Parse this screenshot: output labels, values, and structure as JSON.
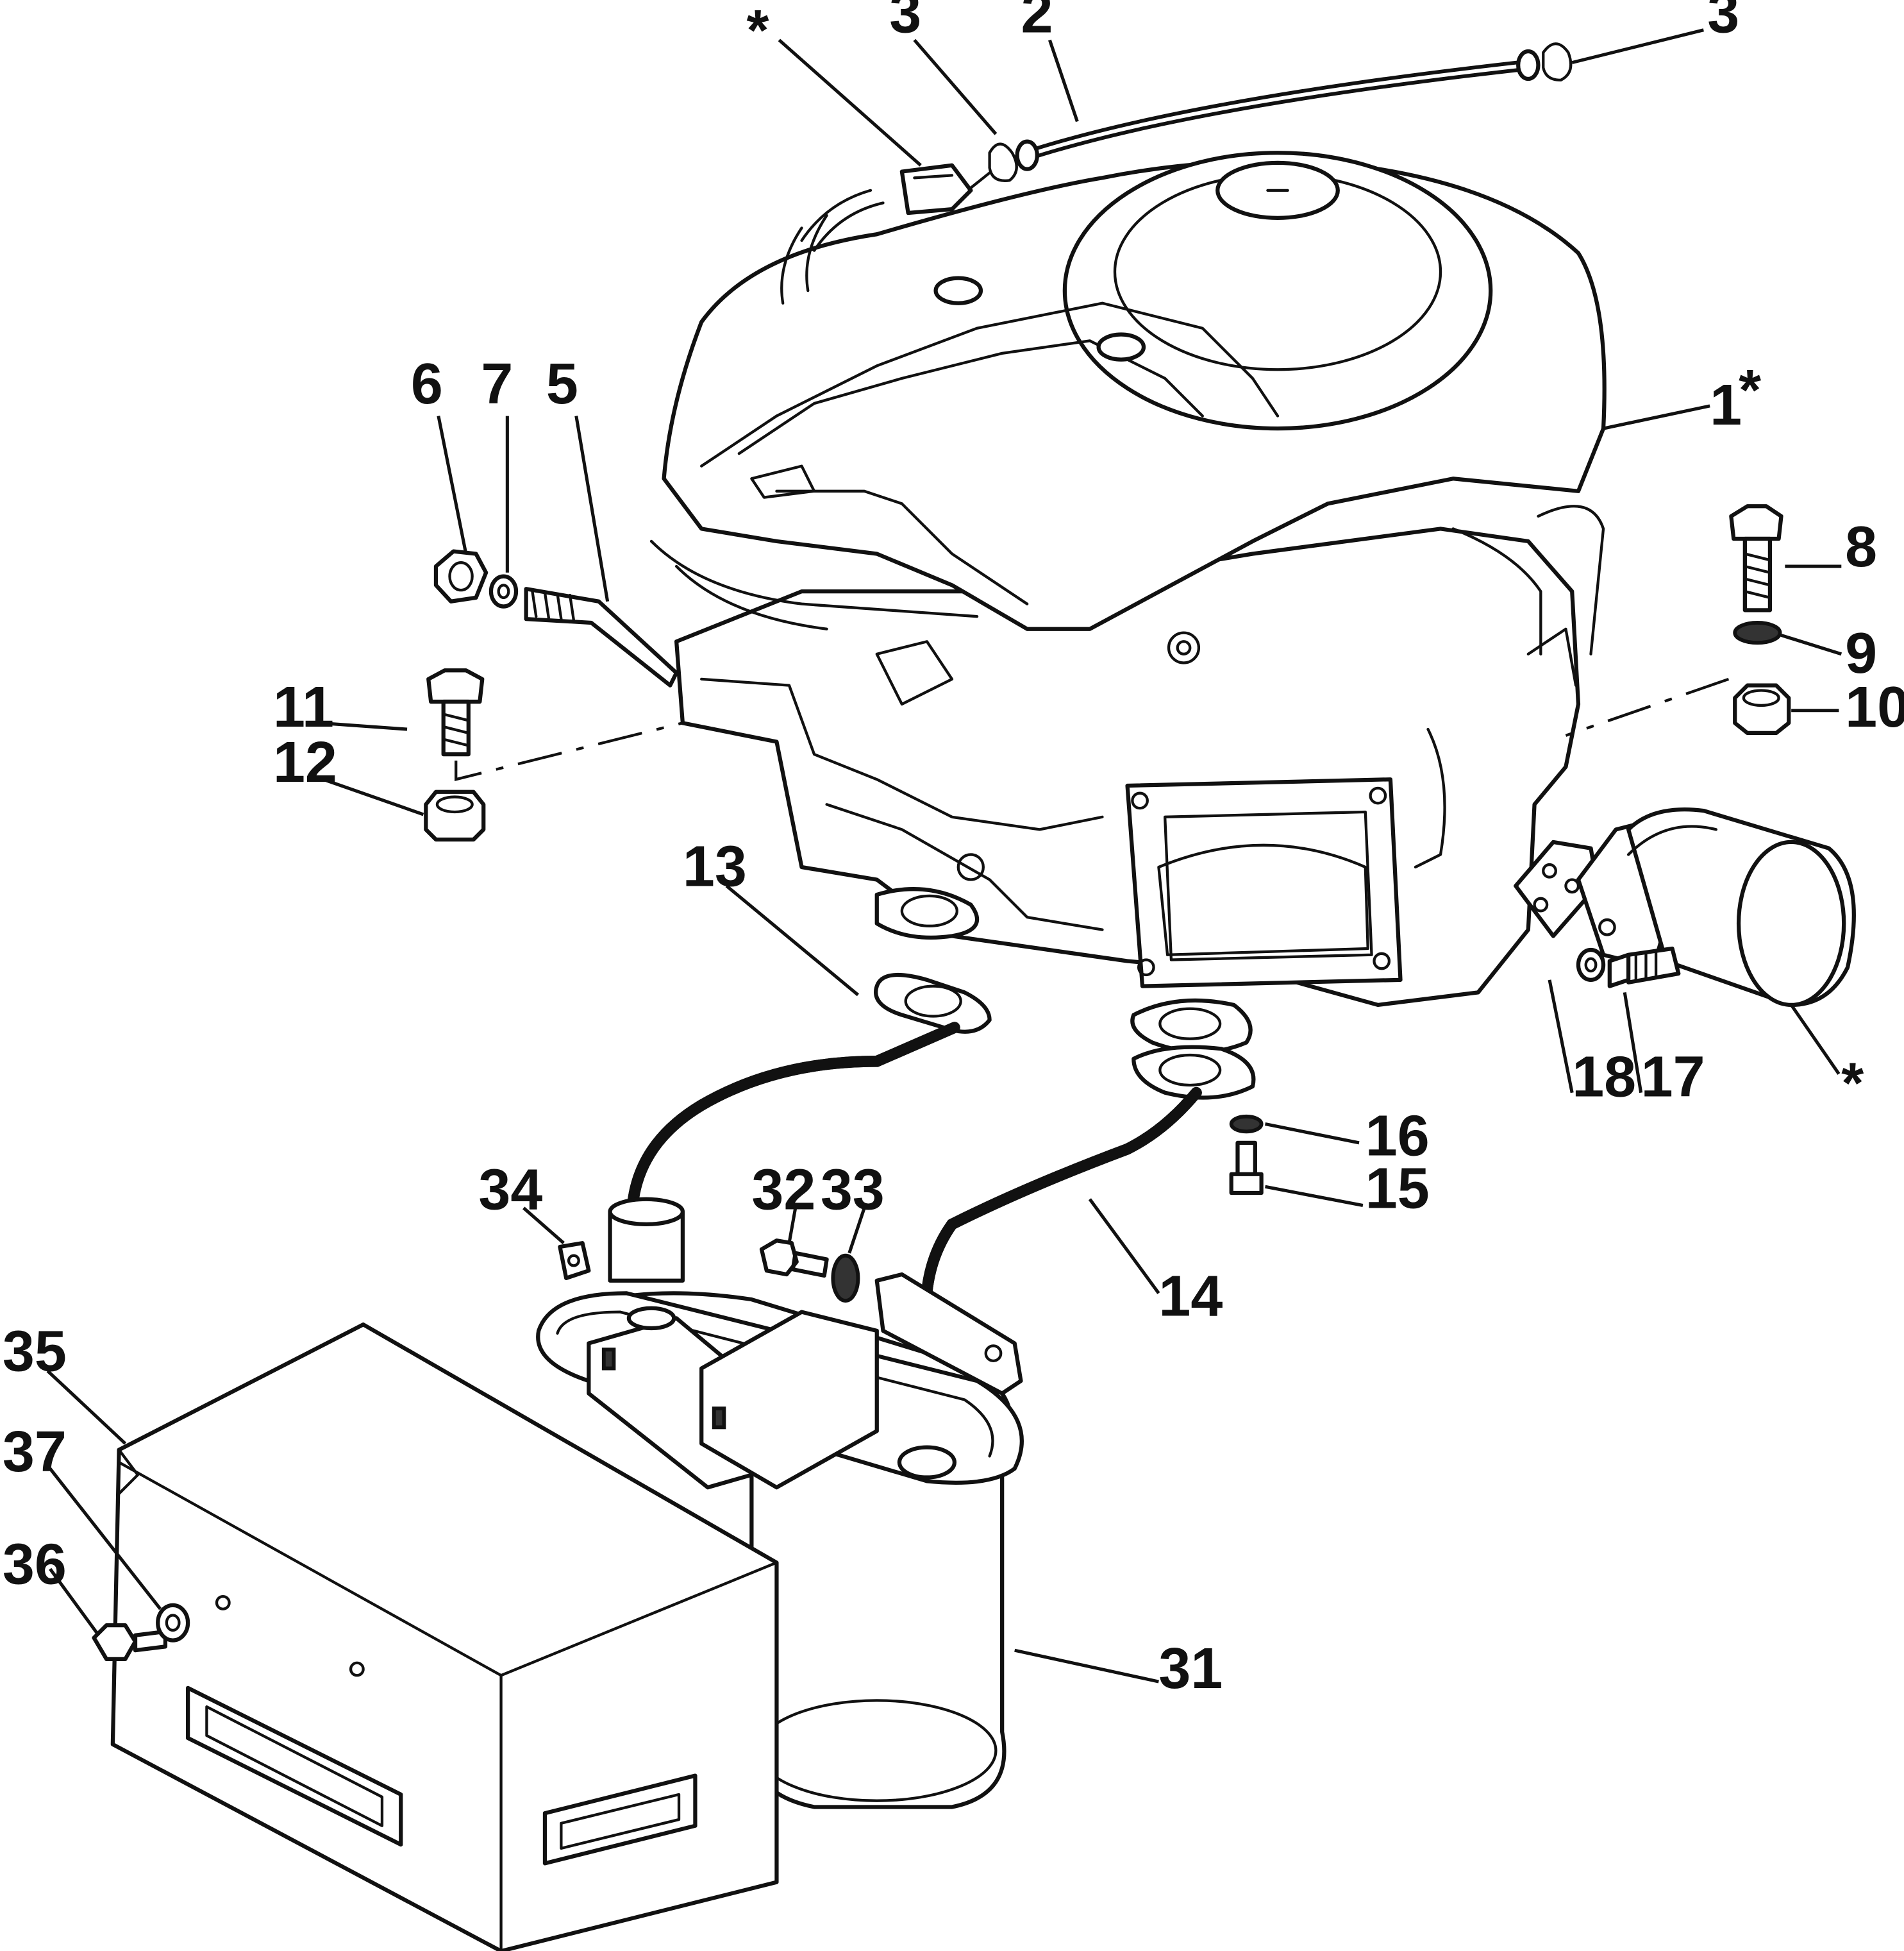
{
  "callouts": [
    {
      "id": "c-star-top",
      "text": "*"
    },
    {
      "id": "c-3a",
      "text": "3"
    },
    {
      "id": "c-2",
      "text": "2"
    },
    {
      "id": "c-3b",
      "text": "3"
    },
    {
      "id": "c-1",
      "text": "1"
    },
    {
      "id": "c-1-star",
      "text": "*"
    },
    {
      "id": "c-6",
      "text": "6"
    },
    {
      "id": "c-7",
      "text": "7"
    },
    {
      "id": "c-5",
      "text": "5"
    },
    {
      "id": "c-8",
      "text": "8"
    },
    {
      "id": "c-9",
      "text": "9"
    },
    {
      "id": "c-10",
      "text": "10"
    },
    {
      "id": "c-11",
      "text": "11"
    },
    {
      "id": "c-12",
      "text": "12"
    },
    {
      "id": "c-13",
      "text": "13"
    },
    {
      "id": "c-18",
      "text": "18"
    },
    {
      "id": "c-17",
      "text": "17"
    },
    {
      "id": "c-star-filter",
      "text": "*"
    },
    {
      "id": "c-16",
      "text": "16"
    },
    {
      "id": "c-15",
      "text": "15"
    },
    {
      "id": "c-34",
      "text": "34"
    },
    {
      "id": "c-32",
      "text": "32"
    },
    {
      "id": "c-33",
      "text": "33"
    },
    {
      "id": "c-14",
      "text": "14"
    },
    {
      "id": "c-35",
      "text": "35"
    },
    {
      "id": "c-37",
      "text": "37"
    },
    {
      "id": "c-36",
      "text": "36"
    },
    {
      "id": "c-31",
      "text": "31"
    }
  ]
}
